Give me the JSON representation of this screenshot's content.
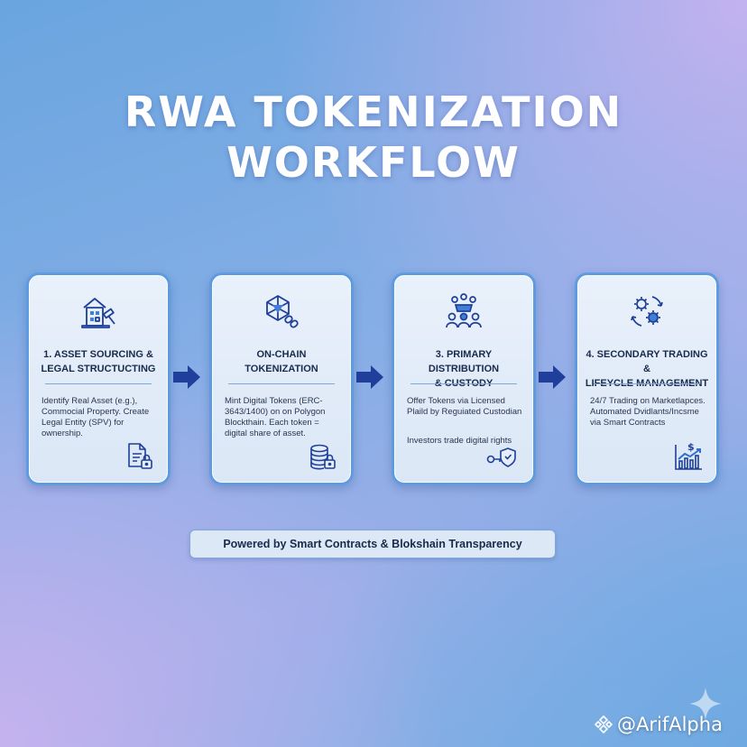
{
  "title": {
    "line1": "RWA TOKENIZATION",
    "line2": "WORKFLOW"
  },
  "cards": [
    {
      "title_line1": "1. ASSET SOURCING &",
      "title_line2": "LEGAL STRUCTUCTING",
      "desc": "Identify Real Asset (e.g.), Commocial Property. Create Legal Entity (SPV) for ownership.",
      "desc2": "",
      "top_icon": "building-gavel-icon",
      "bottom_icon": "document-lock-icon"
    },
    {
      "title_line1": "ON-CHAIN",
      "title_line2": "TOKENIZATION",
      "desc": "Mint Digital Tokens (ERC-3643/1400) on on Polygon Blockthain. Each token = digital share of asset.",
      "desc2": "",
      "top_icon": "blockchain-gem-icon",
      "bottom_icon": "coin-stack-lock-icon"
    },
    {
      "title_line1": "3. PRIMARY DISTRIBUTION",
      "title_line2": "& CUSTODY",
      "desc": "Offer Tokens via Licensed Plaild by Reguiated Custodian",
      "desc2": "Investors trade digital rights",
      "top_icon": "investors-group-icon",
      "bottom_icon": "key-shield-icon"
    },
    {
      "title_line1": "4. SECONDARY TRADING &",
      "title_line2": "LIFEYCLE MANAGEMENT",
      "desc": "24/7 Trading on Marketlapces. Automated Dvidlants/Incsme via Smart Contracts",
      "desc2": "",
      "top_icon": "gears-cycle-icon",
      "bottom_icon": "dollar-growth-chart-icon"
    }
  ],
  "footer": "Powered by Smart Contracts & Blokshain Transparency",
  "watermark": "@ArifAlpha",
  "colors": {
    "accent": "#1f3f9a",
    "card_border": "#5e9be0",
    "title": "#ffffff"
  }
}
